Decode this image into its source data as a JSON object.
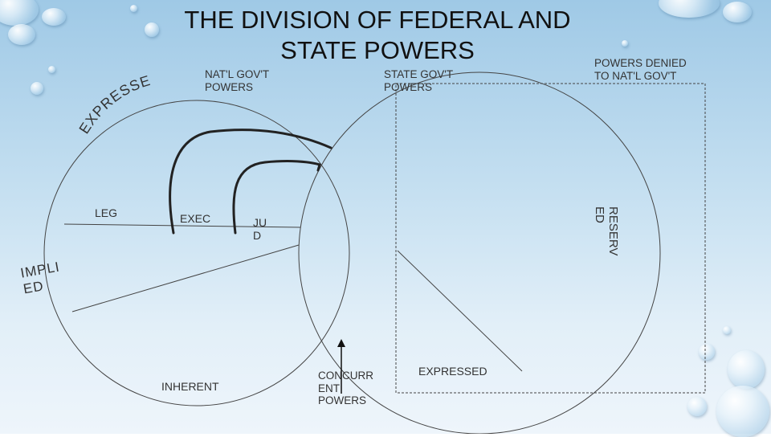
{
  "title": "THE DIVISION OF FEDERAL AND STATE POWERS",
  "labels": {
    "natl_powers": "NAT'L GOV'T POWERS",
    "state_powers": "STATE GOV'T POWERS",
    "denied": "POWERS DENIED TO NAT'L GOV'T",
    "expressed_arc": "EXPRESSED",
    "implied": "IMPLI ED",
    "leg": "LEG",
    "exec": "EXEC",
    "jud": "JU D",
    "inherent": "INHERENT",
    "concurrent": "CONCURR ENT POWERS",
    "expressed_bottom": "EXPRESSED",
    "reserved": "RESERV ED"
  }
}
